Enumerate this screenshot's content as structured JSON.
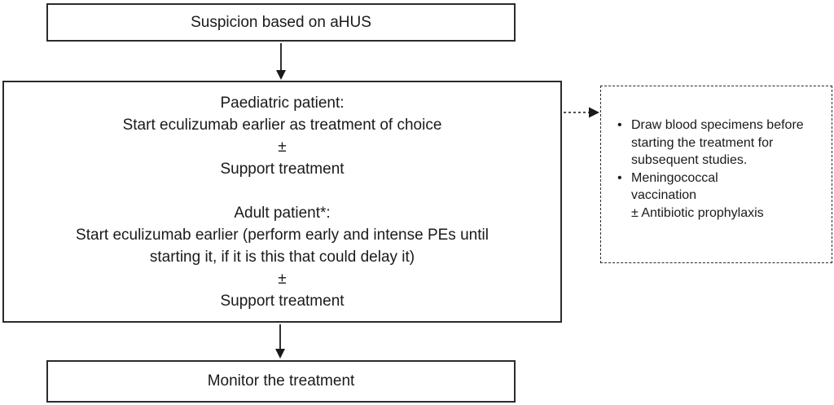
{
  "flowchart": {
    "top_box": {
      "text": "Suspicion based on aHUS"
    },
    "main_box": {
      "lines": [
        "Paediatric patient:",
        "Start eculizumab earlier as treatment of choice",
        "±",
        "Support treatment",
        "",
        "Adult patient*:",
        "Start eculizumab earlier (perform early and intense PEs until",
        "starting it, if it is this that could delay it)",
        "±",
        "Support treatment"
      ]
    },
    "side_box": {
      "bullet_glyph": "•",
      "bullets": [
        "Draw blood specimens before\nstarting the treatment for\nsubsequent studies.",
        "Meningococcal\nvaccination\n± Antibiotic prophylaxis"
      ]
    },
    "bottom_box": {
      "text": "Monitor the treatment"
    },
    "colors": {
      "line": "#1a1a1a",
      "border": "#2b2b2b",
      "text": "#1a1a1a",
      "background": "#ffffff"
    }
  }
}
